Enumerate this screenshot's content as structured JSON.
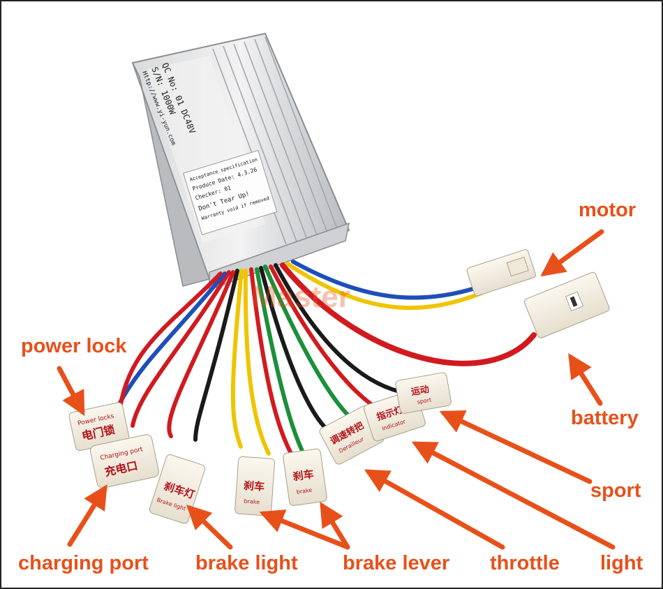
{
  "watermark": "Master",
  "controller": {
    "qc_line": "QC No: 01  DC48V",
    "sn_line": "S/N: 1000W",
    "url": "Http://www.yi-yun.com",
    "sticker_lines": [
      "Acceptance specification",
      "Produce Date: 4.3.26",
      "Checker: 01",
      "Don't Tear Up!",
      "Warranty void if removed"
    ]
  },
  "labels": {
    "motor": "motor",
    "battery": "battery",
    "power_lock": "power lock",
    "charging_port": "charging port",
    "brake_light": "brake light",
    "brake_lever": "brake lever",
    "throttle": "throttle",
    "sport": "sport",
    "light": "light"
  },
  "connectors": {
    "power_lock": {
      "cn": "电门锁",
      "en": "Power locks"
    },
    "charging_port": {
      "cn": "充电口",
      "en": "Charging port"
    },
    "brake_light": {
      "cn": "刹车灯",
      "en": "Brake light"
    },
    "brake_1": {
      "cn": "刹车",
      "en": "brake"
    },
    "brake_2": {
      "cn": "刹车",
      "en": "brake"
    },
    "throttle": {
      "cn": "调速转把",
      "en": "Derailleur"
    },
    "light": {
      "cn": "指示灯",
      "en": "indicator"
    },
    "sport": {
      "cn": "运动",
      "en": "sport"
    }
  },
  "colors": {
    "label": "#e8501a",
    "wire_red": "#d11a1f",
    "wire_blue": "#1e4fb8",
    "wire_yellow": "#f0c400",
    "wire_green": "#1b8f3a",
    "wire_black": "#1a1a1a"
  }
}
